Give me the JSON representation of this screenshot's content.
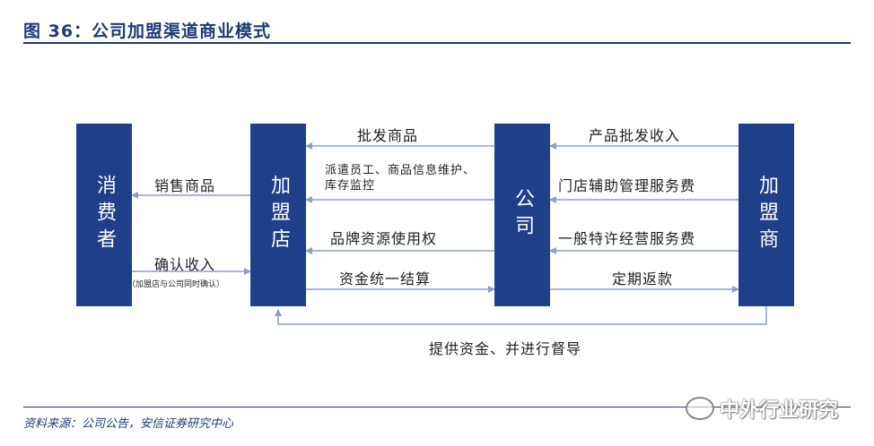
{
  "title": "图 36：公司加盟渠道商业模式",
  "boxes": {
    "consumer": "消费者",
    "store": "加盟店",
    "company": "公司",
    "franchisee": "加盟商"
  },
  "labels": {
    "sell_goods": "销售商品",
    "confirm_income": "确认收入",
    "confirm_note": "（加盟店与公司同时确认）",
    "wholesale_goods": "批发商品",
    "dispatch_staff": "派遣员工、商品信息维护、库存监控",
    "brand_usage": "品牌资源使用权",
    "fund_settlement": "资金统一结算",
    "wholesale_income": "产品批发收入",
    "store_mgmt_fee": "门店辅助管理服务费",
    "franchise_fee": "一般特许经营服务费",
    "periodic_refund": "定期返款",
    "funding_supervision": "提供资金、并进行督导"
  },
  "source": "资料来源：公司公告，安信证券研究中心",
  "watermark": "中外行业研究",
  "colors": {
    "box": "#1f3f8a",
    "title": "#1f3a78",
    "arrow": "#8aa0c8"
  }
}
